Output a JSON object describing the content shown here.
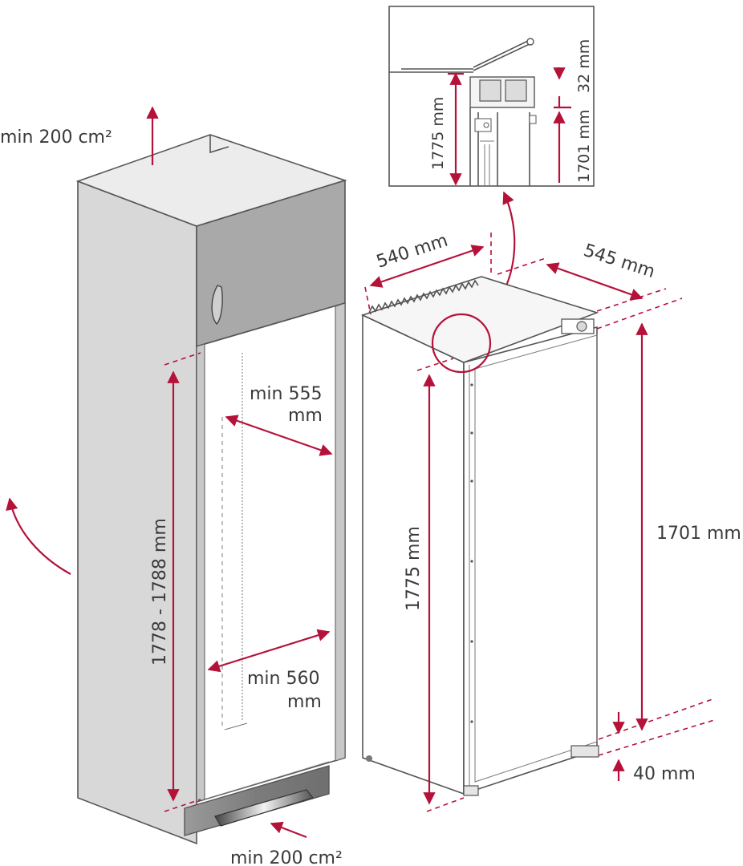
{
  "labels": {
    "vent_top": "min 200 cm²",
    "vent_bottom": "min 200 cm²",
    "niche_height": "1778 - 1788 mm",
    "niche_depth": "min 555",
    "niche_depth_unit": "mm",
    "niche_width": "min 560",
    "niche_width_unit": "mm",
    "appliance_width": "540 mm",
    "appliance_depth": "545 mm",
    "appliance_height": "1775 mm",
    "door_height": "1701 mm",
    "bottom_gap": "40 mm",
    "detail_height": "1775 mm",
    "detail_gap": "32 mm",
    "detail_door_height": "1701 mm"
  },
  "colors": {
    "accent": "#b5123a",
    "cabinet_side": "#d6d6d6",
    "cabinet_top": "#ececec",
    "cabinet_door": "#a8a8a8",
    "plinth": "#8c8c8c",
    "outline": "#555555"
  }
}
